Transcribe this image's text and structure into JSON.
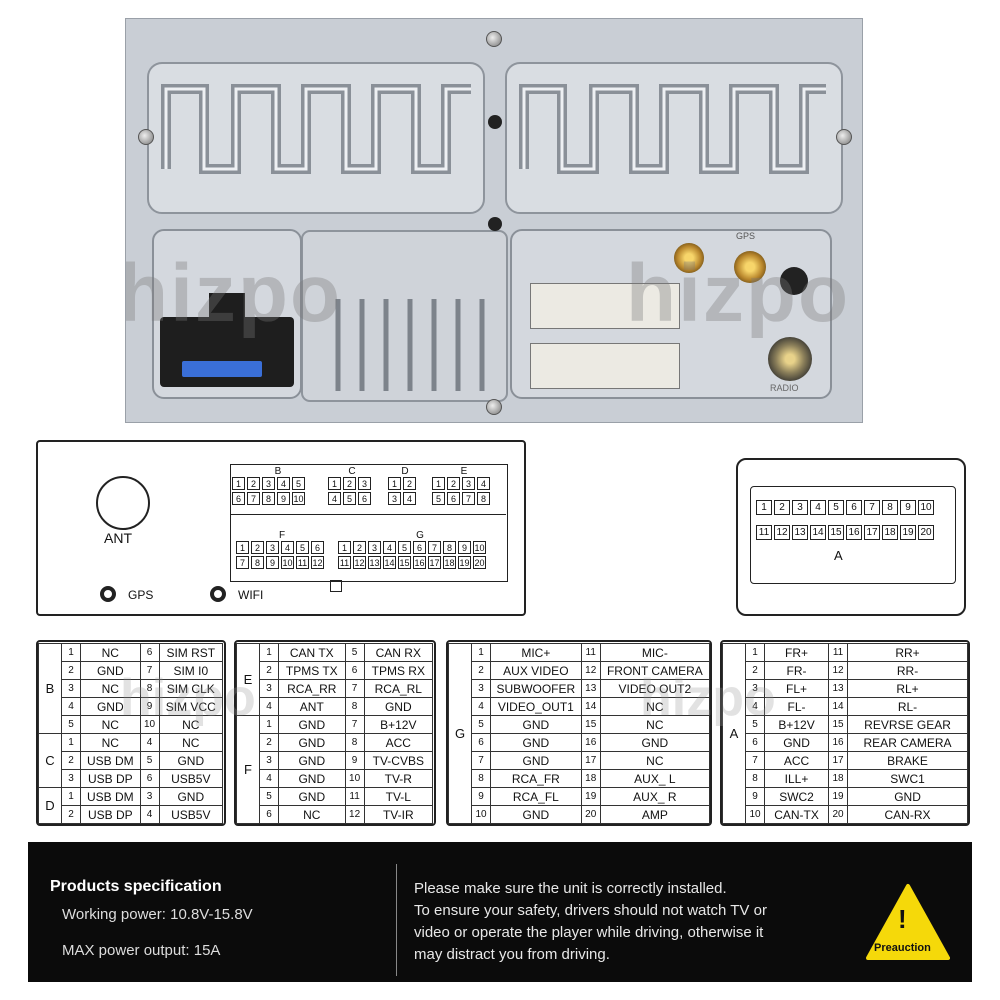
{
  "photo": {
    "watermark_left": "hizpo",
    "watermark_right": "hizpo",
    "gps_label": "GPS",
    "radio_label": "RADIO"
  },
  "connector_diagram": {
    "ant_label": "ANT",
    "gps_label": "GPS",
    "wifi_label": "WIFI",
    "groups": {
      "B": {
        "label": "B",
        "row1": [
          "1",
          "2",
          "3",
          "4",
          "5"
        ],
        "row2": [
          "6",
          "7",
          "8",
          "9",
          "10"
        ]
      },
      "C": {
        "label": "C",
        "row1": [
          "1",
          "2",
          "3"
        ],
        "row2": [
          "4",
          "5",
          "6"
        ]
      },
      "D": {
        "label": "D",
        "row1": [
          "1",
          "2"
        ],
        "row2": [
          "3",
          "4"
        ]
      },
      "E": {
        "label": "E",
        "row1": [
          "1",
          "2",
          "3",
          "4"
        ],
        "row2": [
          "5",
          "6",
          "7",
          "8"
        ]
      },
      "F": {
        "label": "F",
        "row1": [
          "1",
          "2",
          "3",
          "4",
          "5",
          "6"
        ],
        "row2": [
          "7",
          "8",
          "9",
          "10",
          "11",
          "12"
        ]
      },
      "G": {
        "label": "G",
        "row1": [
          "1",
          "2",
          "3",
          "4",
          "5",
          "6",
          "7",
          "8",
          "9",
          "10"
        ],
        "row2": [
          "11",
          "12",
          "13",
          "14",
          "15",
          "16",
          "17",
          "18",
          "19",
          "20"
        ]
      }
    },
    "a_connector": {
      "label": "A",
      "row1": [
        "1",
        "2",
        "3",
        "4",
        "5",
        "6",
        "7",
        "8",
        "9",
        "10"
      ],
      "row2": [
        "11",
        "12",
        "13",
        "14",
        "15",
        "16",
        "17",
        "18",
        "19",
        "20"
      ]
    }
  },
  "tables": {
    "bcd": [
      {
        "g": "B",
        "span": 5,
        "n1": "1",
        "v1": "NC",
        "n2": "6",
        "v2": "SIM RST"
      },
      {
        "n1": "2",
        "v1": "GND",
        "n2": "7",
        "v2": "SIM I0"
      },
      {
        "n1": "3",
        "v1": "NC",
        "n2": "8",
        "v2": "SIM CLK"
      },
      {
        "n1": "4",
        "v1": "GND",
        "n2": "9",
        "v2": "SIM VCC"
      },
      {
        "n1": "5",
        "v1": "NC",
        "n2": "10",
        "v2": "NC"
      },
      {
        "g": "C",
        "span": 3,
        "n1": "1",
        "v1": "NC",
        "n2": "4",
        "v2": "NC"
      },
      {
        "n1": "2",
        "v1": "USB DM",
        "n2": "5",
        "v2": "GND"
      },
      {
        "n1": "3",
        "v1": "USB DP",
        "n2": "6",
        "v2": "USB5V"
      },
      {
        "g": "D",
        "span": 2,
        "n1": "1",
        "v1": "USB DM",
        "n2": "3",
        "v2": "GND"
      },
      {
        "n1": "2",
        "v1": "USB DP",
        "n2": "4",
        "v2": "USB5V"
      }
    ],
    "ef": [
      {
        "g": "E",
        "span": 4,
        "n1": "1",
        "v1": "CAN TX",
        "n2": "5",
        "v2": "CAN RX"
      },
      {
        "n1": "2",
        "v1": "TPMS TX",
        "n2": "6",
        "v2": "TPMS RX"
      },
      {
        "n1": "3",
        "v1": "RCA_RR",
        "n2": "7",
        "v2": "RCA_RL"
      },
      {
        "n1": "4",
        "v1": "ANT",
        "n2": "8",
        "v2": "GND"
      },
      {
        "g": "F",
        "span": 6,
        "n1": "1",
        "v1": "GND",
        "n2": "7",
        "v2": "B+12V"
      },
      {
        "n1": "2",
        "v1": "GND",
        "n2": "8",
        "v2": "ACC"
      },
      {
        "n1": "3",
        "v1": "GND",
        "n2": "9",
        "v2": "TV-CVBS"
      },
      {
        "n1": "4",
        "v1": "GND",
        "n2": "10",
        "v2": "TV-R"
      },
      {
        "n1": "5",
        "v1": "GND",
        "n2": "11",
        "v2": "TV-L"
      },
      {
        "n1": "6",
        "v1": "NC",
        "n2": "12",
        "v2": "TV-IR"
      }
    ],
    "g": [
      {
        "g": "G",
        "span": 10,
        "n1": "1",
        "v1": "MIC+",
        "n2": "11",
        "v2": "MIC-"
      },
      {
        "n1": "2",
        "v1": "AUX VIDEO",
        "n2": "12",
        "v2": "FRONT CAMERA"
      },
      {
        "n1": "3",
        "v1": "SUBWOOFER",
        "n2": "13",
        "v2": "VIDEO OUT2"
      },
      {
        "n1": "4",
        "v1": "VIDEO_OUT1",
        "n2": "14",
        "v2": "NC"
      },
      {
        "n1": "5",
        "v1": "GND",
        "n2": "15",
        "v2": "NC"
      },
      {
        "n1": "6",
        "v1": "GND",
        "n2": "16",
        "v2": "GND"
      },
      {
        "n1": "7",
        "v1": "GND",
        "n2": "17",
        "v2": "NC"
      },
      {
        "n1": "8",
        "v1": "RCA_FR",
        "n2": "18",
        "v2": "AUX_ L"
      },
      {
        "n1": "9",
        "v1": "RCA_FL",
        "n2": "19",
        "v2": "AUX_ R"
      },
      {
        "n1": "10",
        "v1": "GND",
        "n2": "20",
        "v2": "AMP"
      }
    ],
    "a": [
      {
        "g": "A",
        "span": 10,
        "n1": "1",
        "v1": "FR+",
        "n2": "11",
        "v2": "RR+"
      },
      {
        "n1": "2",
        "v1": "FR-",
        "n2": "12",
        "v2": "RR-"
      },
      {
        "n1": "3",
        "v1": "FL+",
        "n2": "13",
        "v2": "RL+"
      },
      {
        "n1": "4",
        "v1": "FL-",
        "n2": "14",
        "v2": "RL-"
      },
      {
        "n1": "5",
        "v1": "B+12V",
        "n2": "15",
        "v2": "REVRSE GEAR"
      },
      {
        "n1": "6",
        "v1": "GND",
        "n2": "16",
        "v2": "REAR CAMERA"
      },
      {
        "n1": "7",
        "v1": "ACC",
        "n2": "17",
        "v2": "BRAKE"
      },
      {
        "n1": "8",
        "v1": "ILL+",
        "n2": "18",
        "v2": "SWC1"
      },
      {
        "n1": "9",
        "v1": "SWC2",
        "n2": "19",
        "v2": "GND"
      },
      {
        "n1": "10",
        "v1": "CAN-TX",
        "n2": "20",
        "v2": "CAN-RX"
      }
    ],
    "watermark": "hizpo"
  },
  "footer": {
    "spec_title": "Products specification",
    "working_power": "Working power: 10.8V-15.8V",
    "max_power": "MAX power output: 15A",
    "notice_line1": "Please make sure the unit is correctly installed.",
    "notice_line2": "To ensure your safety, drivers should not watch TV or",
    "notice_line3": "video or operate the player while driving, otherwise it",
    "notice_line4": "may distract you from driving.",
    "warning_label": "Preauction",
    "warning_symbol": "!"
  },
  "colors": {
    "panel": "#c9ced5",
    "footer_bg": "#0b0b0b",
    "warning_yellow": "#f5d90a"
  }
}
